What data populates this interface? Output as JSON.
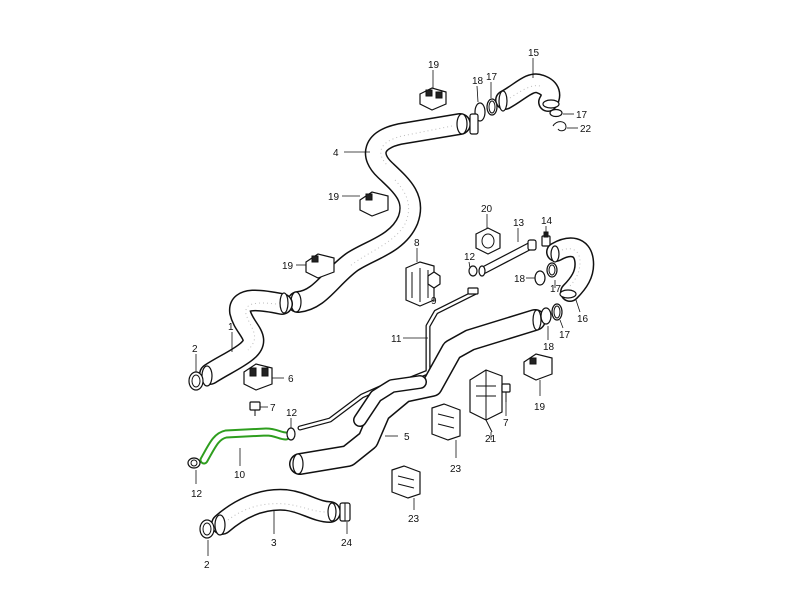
{
  "diagram": {
    "title": "Coolant hoses and pipes – exploded parts view",
    "highlight_color": "#2e9e1e",
    "line_color": "#111111",
    "background": "#ffffff",
    "highlighted_part": "10"
  },
  "labels": {
    "l15": "15",
    "l18a": "18",
    "l17a": "17",
    "l19a": "19",
    "l17b": "17",
    "l22": "22",
    "l4": "4",
    "l19b": "19",
    "l20": "20",
    "l13": "13",
    "l14": "14",
    "l8": "8",
    "l12a": "12",
    "l18b": "18",
    "l17c": "17",
    "l19c": "19",
    "l9": "9",
    "l11": "11",
    "l18c": "18",
    "l17d": "17",
    "l16": "16",
    "l1": "1",
    "l2a": "2",
    "l6": "6",
    "l7a": "7",
    "l12b": "12",
    "l5": "5",
    "l7b": "7",
    "l21": "21",
    "l19d": "19",
    "l10": "10",
    "l23a": "23",
    "l12c": "12",
    "l23b": "23",
    "l3": "3",
    "l24": "24",
    "l2b": "2"
  }
}
